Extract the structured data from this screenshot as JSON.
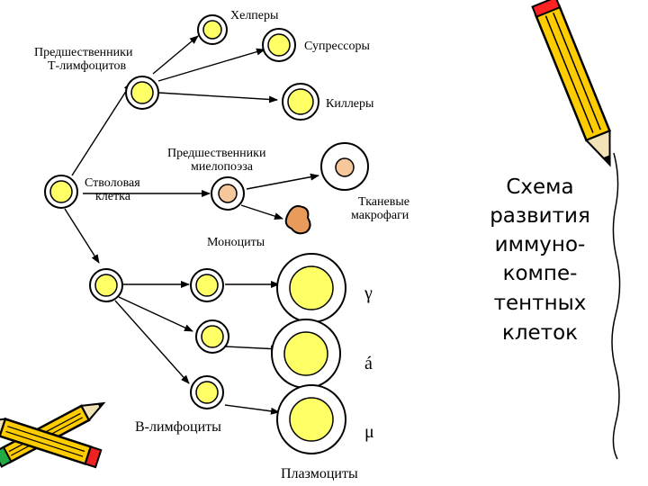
{
  "labels": {
    "helpers": "Хелперы",
    "suppressors": "Супрессоры",
    "t_precursors_line1": "Предшественники",
    "t_precursors_line2": "Т-лимфоцитов",
    "killers": "Киллеры",
    "myelo_line1": "Предшественники",
    "myelo_line2": "миелопоэза",
    "stem_line1": "Стволовая",
    "stem_line2": "клетка",
    "macro_line1": "Тканевые",
    "macro_line2": "макрофаги",
    "monocytes": "Моноциты",
    "b_lymphocytes": "В-лимфоциты",
    "plasmocytes": "Плазмоциты"
  },
  "greek": {
    "gamma": "γ",
    "alpha": "á",
    "mu": "μ"
  },
  "title_lines": [
    "Схема",
    "развития",
    "иммуно-",
    "компе-",
    "тентных",
    "клеток"
  ],
  "colors": {
    "nucleus": "#ffff66",
    "monocyte_nucleus": "#f5c79a",
    "macrophage": "#e89b5a",
    "pencil_body": "#ffcc00",
    "pencil_tip": "#ee2222"
  },
  "icons": [
    "pencil-icon",
    "crossed-pencils-icon"
  ]
}
